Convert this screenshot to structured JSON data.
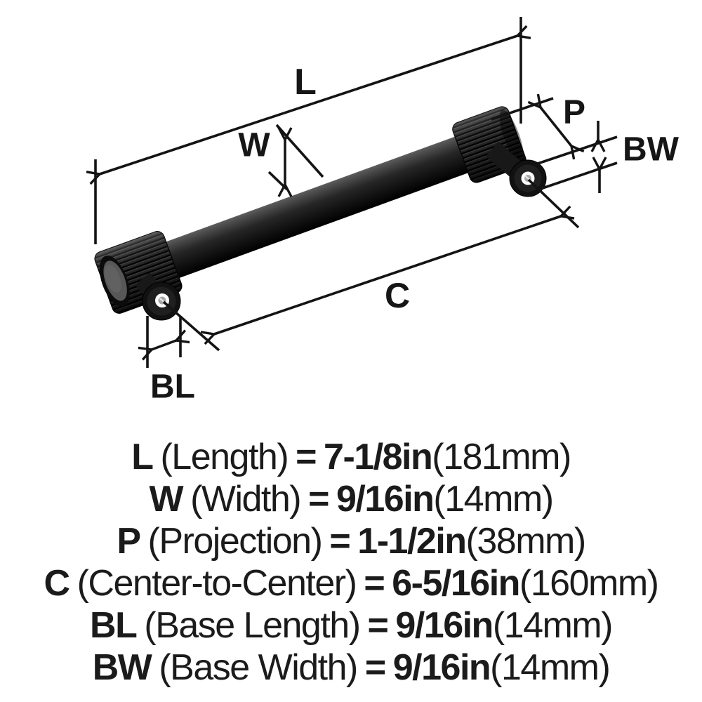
{
  "diagram": {
    "labels": {
      "length": "L",
      "width": "W",
      "projection": "P",
      "base_width": "BW",
      "center_to_center": "C",
      "base_length": "BL"
    }
  },
  "legend": {
    "equals": "=",
    "rows": [
      {
        "symbol": "L",
        "name": "(Length)",
        "value": "7-1/8in",
        "metric": "(181mm)"
      },
      {
        "symbol": "W",
        "name": "(Width)",
        "value": "9/16in",
        "metric": "(14mm)"
      },
      {
        "symbol": "P",
        "name": "(Projection)",
        "value": "1-1/2in",
        "metric": "(38mm)"
      },
      {
        "symbol": "C",
        "name": "(Center-to-Center)",
        "value": "6-5/16in",
        "metric": "(160mm)"
      },
      {
        "symbol": "BL",
        "name": "(Base Length)",
        "value": "9/16in",
        "metric": "(14mm)"
      },
      {
        "symbol": "BW",
        "name": "(Base Width)",
        "value": "9/16in",
        "metric": "(14mm)"
      }
    ]
  },
  "colors": {
    "background": "#ffffff",
    "ink": "#141414",
    "handle_dark": "#161616",
    "metal_face": "#575757",
    "screw": "#a8a8a8",
    "hole": "#fdfdfd"
  }
}
